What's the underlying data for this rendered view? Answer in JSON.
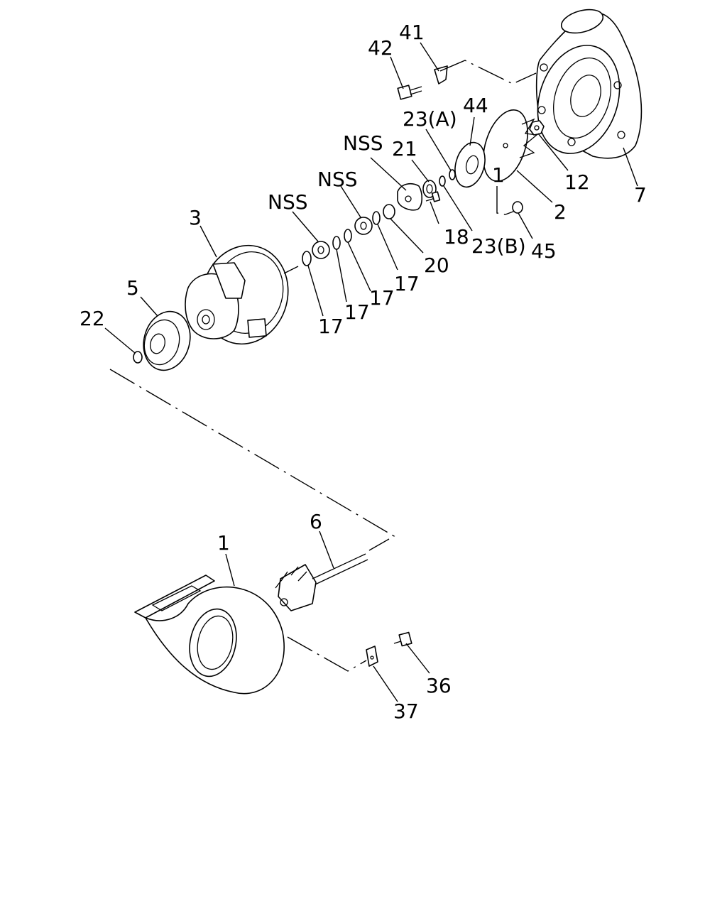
{
  "callouts": {
    "c41": "41",
    "c42": "42",
    "c23a": "23(A)",
    "c44": "44",
    "c12": "12",
    "c7": "7",
    "c2": "2",
    "c21": "21",
    "c1_small": "1",
    "c18": "18",
    "c23b": "23(B)",
    "c45": "45",
    "c20": "20",
    "c17_a": "17",
    "c17_b": "17",
    "c17_c": "17",
    "c17_d": "17",
    "c3": "3",
    "c5": "5",
    "c22": "22",
    "c6": "6",
    "c1": "1",
    "c36": "36",
    "c37": "37",
    "nss_1": "NSS",
    "nss_2": "NSS",
    "nss_3": "NSS"
  },
  "colors": {
    "line": "#000000",
    "background": "#ffffff"
  }
}
